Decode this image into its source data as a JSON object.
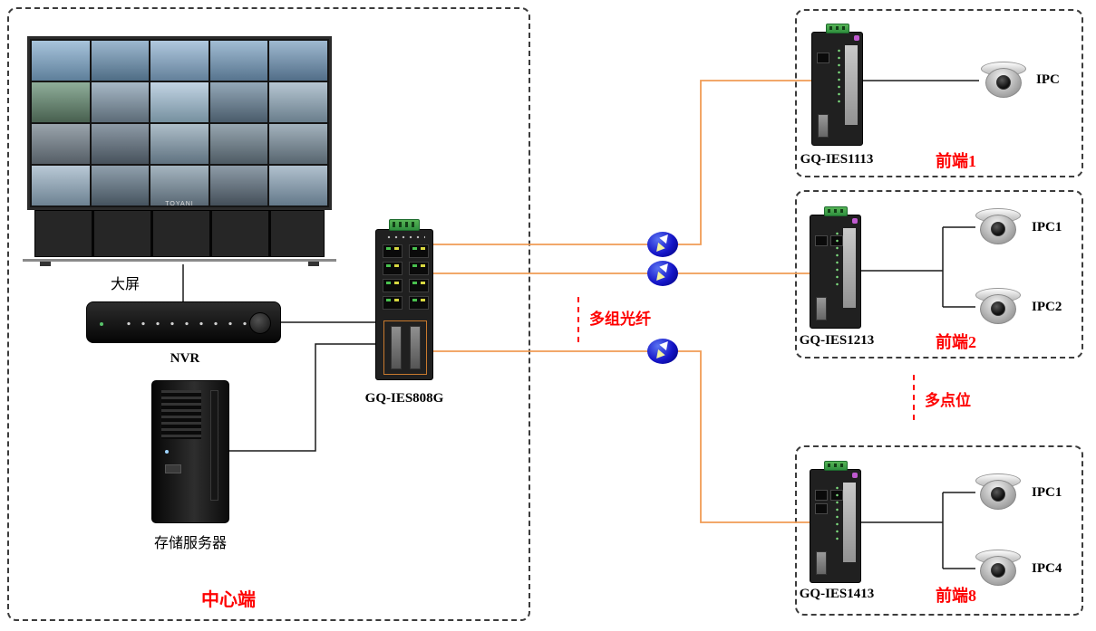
{
  "center": {
    "zone_label": "中心端",
    "video_wall": {
      "label": "大屏",
      "brand": "TOYANI",
      "palette": [
        [
          "#a8c4dc",
          "#5e7f9a"
        ],
        [
          "#9db8cf",
          "#4f6d85"
        ],
        [
          "#b0c8de",
          "#63809a"
        ],
        [
          "#a2bdd4",
          "#57748e"
        ],
        [
          "#9fb9d0",
          "#526e88"
        ],
        [
          "#8fae9a",
          "#48604f"
        ],
        [
          "#a7b8c6",
          "#5c6b77"
        ],
        [
          "#c2d4e4",
          "#76909f"
        ],
        [
          "#94a8b8",
          "#4a5c6b"
        ],
        [
          "#b6c6d2",
          "#6a7e8c"
        ],
        [
          "#9aa4ac",
          "#555e66"
        ],
        [
          "#8d9aa6",
          "#47525c"
        ],
        [
          "#aebec9",
          "#5f7280"
        ],
        [
          "#97a6b0",
          "#4e5b64"
        ],
        [
          "#a3b2bd",
          "#57656f"
        ],
        [
          "#b9c9d6",
          "#6d8292"
        ],
        [
          "#90a0ad",
          "#46545f"
        ],
        [
          "#a5b5c0",
          "#596874"
        ],
        [
          "#8e9ca8",
          "#444f59"
        ],
        [
          "#b1c1ce",
          "#64798a"
        ]
      ]
    },
    "nvr_label": "NVR",
    "storage_label": "存储服务器",
    "core_switch_model": "GQ-IES808G"
  },
  "notes": {
    "fiber_groups": "多组光纤",
    "multi_point": "多点位"
  },
  "frontends": [
    {
      "zone_label": "前端1",
      "switch_model": "GQ-IES1113",
      "cameras": [
        "IPC"
      ]
    },
    {
      "zone_label": "前端2",
      "switch_model": "GQ-IES1213",
      "cameras": [
        "IPC1",
        "IPC2"
      ]
    },
    {
      "zone_label": "前端8",
      "switch_model": "GQ-IES1413",
      "cameras": [
        "IPC1",
        "IPC4"
      ]
    }
  ],
  "colors": {
    "fiber_link_orange": "#f09c55",
    "copper_link_black": "#1a1a1a",
    "annotation_red": "#fe0000",
    "fiber_node_blue": "#1515c8",
    "terminal_green": "#3aa14a"
  }
}
